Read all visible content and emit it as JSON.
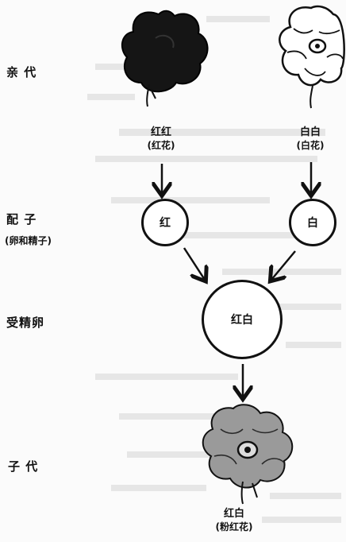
{
  "rows": {
    "parents": "亲 代",
    "gametes": "配 子",
    "gametes_note": "(卵和精子)",
    "zygote": "受精卵",
    "offspring": "子 代"
  },
  "parent_red": {
    "genotype": "红红",
    "phenotype": "(红花)",
    "flower_color": "#1a1a1a"
  },
  "parent_white": {
    "genotype": "白白",
    "phenotype": "(白花)",
    "flower_color": "#ffffff"
  },
  "gamete_red": "红",
  "gamete_white": "白",
  "zygote_label": "红白",
  "offspring_flower": {
    "genotype": "红白",
    "phenotype": "(粉红花)",
    "flower_color": "#8a8a8a"
  },
  "icons": [
    "red-flower-icon",
    "white-flower-icon",
    "pink-flower-icon",
    "arrow-icon"
  ]
}
